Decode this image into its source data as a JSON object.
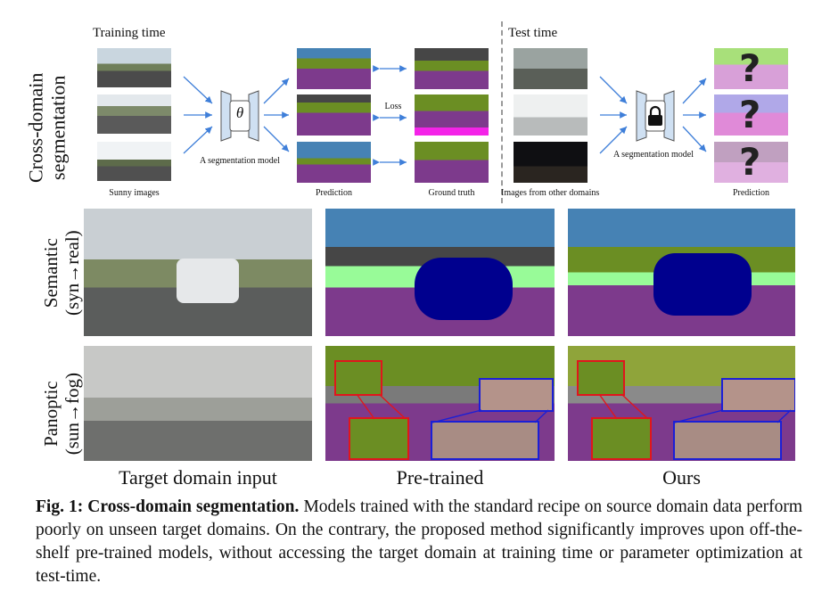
{
  "diagram": {
    "training_time_label": "Training time",
    "test_time_label": "Test time",
    "model_label_train": "A segmentation model",
    "model_label_test": "A segmentation model",
    "theta_symbol": "θ",
    "loss_label": "Loss",
    "sunny_images_label": "Sunny images",
    "prediction_label_train": "Prediction",
    "ground_truth_label": "Ground truth",
    "other_domains_label": "Images from other domains",
    "prediction_label_test": "Prediction",
    "question_mark": "?"
  },
  "row_labels": {
    "cross_domain_line1": "Cross-domain",
    "cross_domain_line2": "segmentation",
    "semantic_line1": "Semantic",
    "semantic_line2": "(syn→real)",
    "panoptic_line1": "Panoptic",
    "panoptic_line2": "(sun→fog)"
  },
  "column_captions": {
    "input": "Target domain input",
    "pretrained": "Pre-trained",
    "ours": "Ours"
  },
  "caption": {
    "label": "Fig. 1: Cross-domain segmentation.",
    "text": " Models trained with the standard recipe on source domain data perform poorly on unseen target domains. On the contrary, the proposed method significantly improves upon off-the-shelf pre-trained models, without accessing the target domain at training time or parameter optimization at test-time."
  },
  "colors": {
    "road": "#7d3a8c",
    "vegetation": "#6b8e23",
    "sky": "#4682b4",
    "car": "#00008e",
    "building": "#464646",
    "sidewalk": "#f423e8",
    "terrain": "#98fb98",
    "box_red": "#e0161c",
    "box_blue": "#1b1fd6",
    "arrow": "#3f7fd9"
  }
}
